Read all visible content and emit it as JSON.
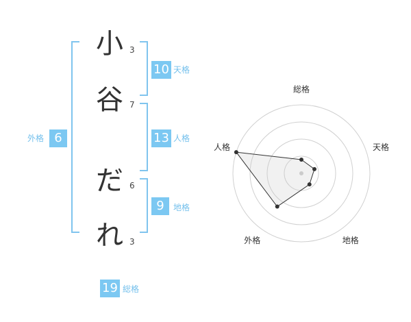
{
  "name_chars": [
    {
      "char": "小",
      "strokes": "3"
    },
    {
      "char": "谷",
      "strokes": "7"
    },
    {
      "char": "だ",
      "strokes": "6"
    },
    {
      "char": "れ",
      "strokes": "3"
    }
  ],
  "kaku": {
    "tenkaku": {
      "value": "10",
      "label": "天格"
    },
    "jinkaku": {
      "value": "13",
      "label": "人格"
    },
    "chikaku": {
      "value": "9",
      "label": "地格"
    },
    "gaikaku": {
      "value": "6",
      "label": "外格"
    },
    "soukaku": {
      "value": "19",
      "label": "総格"
    }
  },
  "colors": {
    "bracket": "#7fc4ee",
    "badge": "#7cc8f2",
    "label": "#74c0ec",
    "char": "#333333"
  },
  "chart_data": {
    "type": "radar",
    "axes": [
      "総格",
      "天格",
      "地格",
      "外格",
      "人格"
    ],
    "values": [
      0.2,
      0.2,
      0.2,
      0.6,
      1.0
    ],
    "rings": 4,
    "range": [
      0,
      1
    ]
  }
}
